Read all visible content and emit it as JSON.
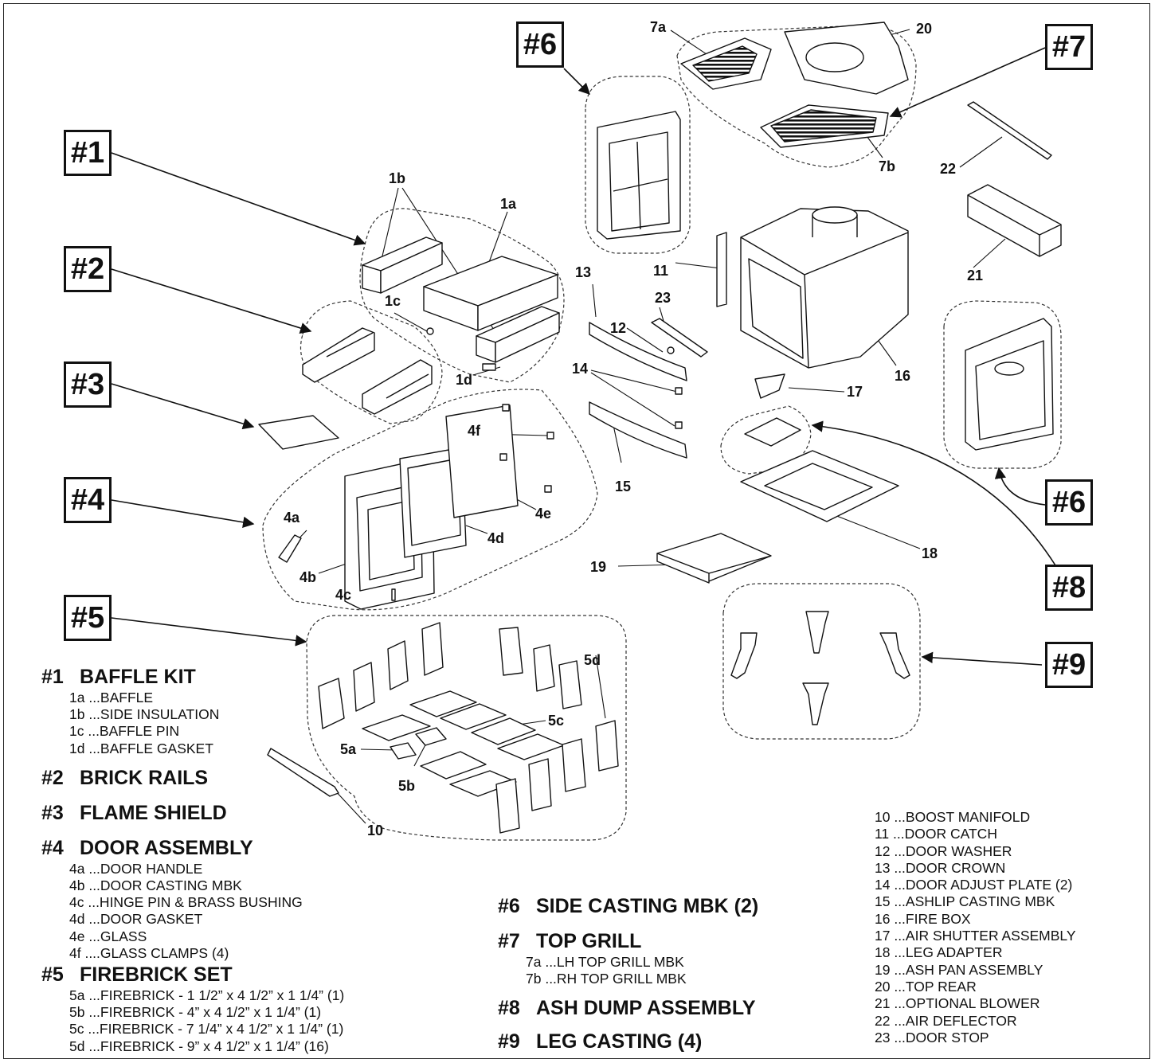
{
  "box_labels": {
    "k1": "#1",
    "k2": "#2",
    "k3": "#3",
    "k4": "#4",
    "k5": "#5",
    "k6_top": "#6",
    "k7": "#7",
    "k6_right": "#6",
    "k8": "#8",
    "k9": "#9"
  },
  "callouts": {
    "c1a": "1a",
    "c1b": "1b",
    "c1c": "1c",
    "c1d": "1d",
    "c4a": "4a",
    "c4b": "4b",
    "c4c": "4c",
    "c4d": "4d",
    "c4e": "4e",
    "c4f": "4f",
    "c5a": "5a",
    "c5b": "5b",
    "c5c": "5c",
    "c5d": "5d",
    "c7a": "7a",
    "c7b": "7b",
    "c10": "10",
    "c11": "11",
    "c12": "12",
    "c13": "13",
    "c14": "14",
    "c15": "15",
    "c16": "16",
    "c17": "17",
    "c18": "18",
    "c19": "19",
    "c20": "20",
    "c21": "21",
    "c22": "22",
    "c23": "23"
  },
  "legend_left": [
    {
      "num": "#1",
      "title": "BAFFLE KIT",
      "items": [
        "1a ...BAFFLE",
        "1b ...SIDE INSULATION",
        "1c ...BAFFLE PIN",
        "1d ...BAFFLE GASKET"
      ]
    },
    {
      "num": "#2",
      "title": "BRICK RAILS",
      "items": []
    },
    {
      "num": "#3",
      "title": "FLAME SHIELD",
      "items": []
    },
    {
      "num": "#4",
      "title": "DOOR ASSEMBLY",
      "items": [
        "4a ...DOOR HANDLE",
        "4b ...DOOR CASTING MBK",
        "4c ...HINGE PIN & BRASS BUSHING",
        "4d ...DOOR GASKET",
        "4e ...GLASS",
        "4f ....GLASS CLAMPS (4)"
      ]
    },
    {
      "num": "#5",
      "title": "FIREBRICK SET",
      "items": [
        "5a ...FIREBRICK - 1 1/2” x 4 1/2” x 1 1/4” (1)",
        "5b ...FIREBRICK - 4” x 4 1/2” x 1 1/4” (1)",
        "5c ...FIREBRICK - 7 1/4” x 4 1/2” x 1 1/4” (1)",
        "5d ...FIREBRICK - 9” x 4 1/2” x 1 1/4” (16)"
      ]
    }
  ],
  "legend_middle": [
    {
      "num": "#6",
      "title": "SIDE CASTING MBK (2)",
      "items": []
    },
    {
      "num": "#7",
      "title": "TOP GRILL",
      "items": [
        "7a ...LH TOP GRILL MBK",
        "7b ...RH TOP GRILL MBK"
      ]
    },
    {
      "num": "#8",
      "title": "ASH DUMP ASSEMBLY",
      "items": []
    },
    {
      "num": "#9",
      "title": "LEG CASTING (4)",
      "items": []
    }
  ],
  "parts_list": [
    "10 ...BOOST MANIFOLD",
    "11 ...DOOR CATCH",
    "12 ...DOOR WASHER",
    "13 ...DOOR CROWN",
    "14 ...DOOR ADJUST PLATE (2)",
    "15 ...ASHLIP CASTING MBK",
    "16 ...FIRE BOX",
    "17 ...AIR SHUTTER ASSEMBLY",
    "18 ...LEG ADAPTER",
    "19 ...ASH PAN ASSEMBLY",
    "20 ...TOP REAR",
    "21 ...OPTIONAL BLOWER",
    "22 ...AIR DEFLECTOR",
    "23 ...DOOR STOP"
  ]
}
